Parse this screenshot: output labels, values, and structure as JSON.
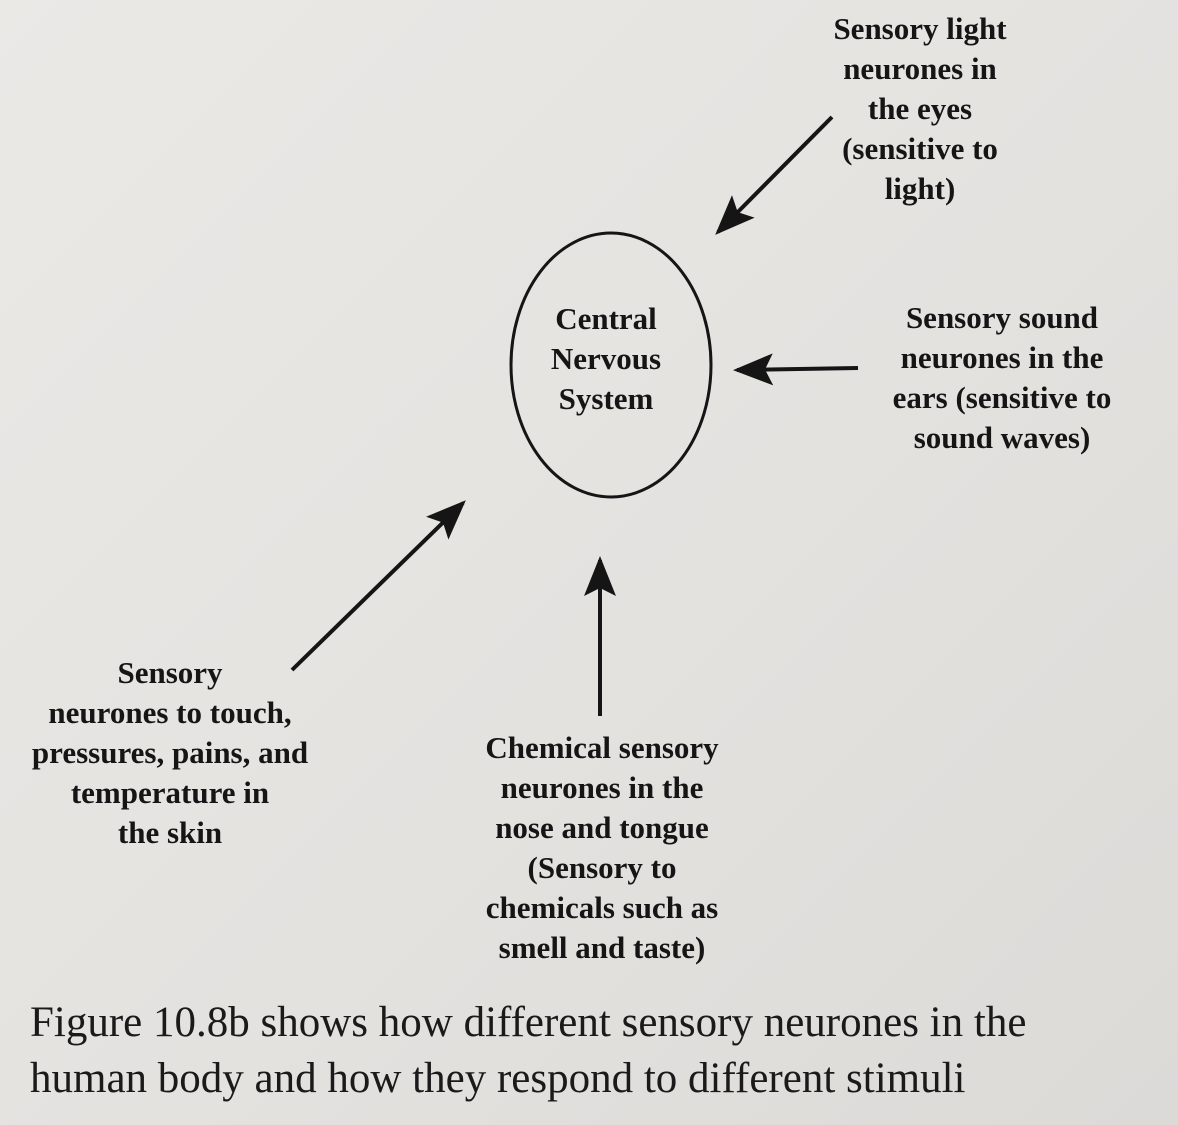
{
  "diagram": {
    "center_node": {
      "label": "Central\nNervous\nSystem"
    },
    "nodes": [
      {
        "id": "eyes",
        "label": "Sensory light\nneurones in\nthe eyes\n(sensitive to\nlight)"
      },
      {
        "id": "ears",
        "label": "Sensory sound\nneurones in the\nears (sensitive to\nsound waves)"
      },
      {
        "id": "skin",
        "label": "Sensory\nneurones to touch,\npressures, pains, and\ntemperature in\nthe skin"
      },
      {
        "id": "nose-tongue",
        "label": "Chemical sensory\nneurones in the\nnose and tongue\n(Sensory to\nchemicals such as\nsmell and taste)"
      }
    ],
    "edges": [
      {
        "from": "eyes",
        "to": "central-nervous-system"
      },
      {
        "from": "ears",
        "to": "central-nervous-system"
      },
      {
        "from": "skin",
        "to": "central-nervous-system"
      },
      {
        "from": "nose-tongue",
        "to": "central-nervous-system"
      }
    ],
    "colors": {
      "ink": "#151515",
      "paper": "#e8e6e3"
    }
  },
  "caption": "Figure 10.8b shows how different sensory neurones in the\nhuman body and how they respond to different stimuli"
}
